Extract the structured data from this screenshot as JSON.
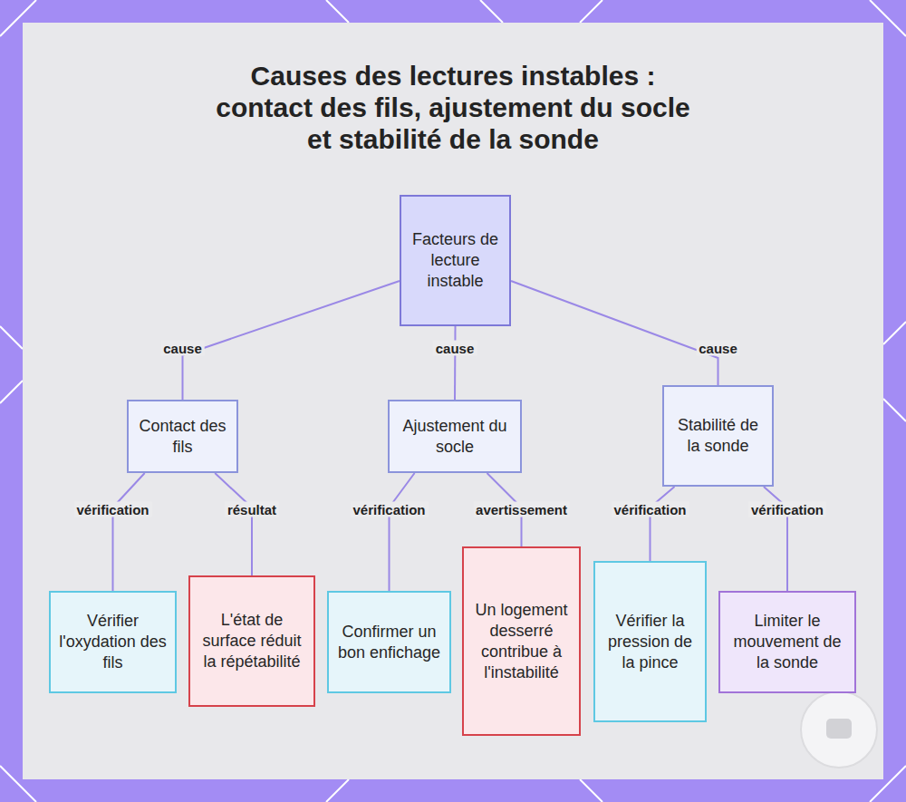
{
  "diagram": {
    "title": "Causes des lectures instables : contact des fils, ajustement du socle et stabilité de la sonde",
    "nodes": [
      {
        "text": [
          "Facteurs de lecture instable"
        ]
      },
      {
        "text": [
          "Contact des fils"
        ]
      },
      {
        "text": [
          "Ajustement du socle"
        ]
      },
      {
        "text": [
          "Stabilité de la sonde"
        ]
      },
      {
        "text": [
          "Vérifier l'oxydation des fils"
        ]
      },
      {
        "text": [
          "L'état de surface réduit la répétabilité"
        ]
      },
      {
        "text": [
          "Confirmer un bon enfichage"
        ]
      },
      {
        "text": [
          "Un logement desserré contribue à l'instabilité"
        ]
      },
      {
        "text": [
          "Vérifier la pression de la pince"
        ]
      },
      {
        "text": [
          "Limiter le mouvement de la sonde"
        ]
      }
    ],
    "edges": [
      {
        "from": 0,
        "to": 1,
        "label": "cause",
        "arrow": "none"
      },
      {
        "from": 0,
        "to": 2,
        "label": "cause",
        "arrow": "none"
      },
      {
        "from": 0,
        "to": 3,
        "label": "cause",
        "arrow": "none"
      },
      {
        "from": 1,
        "to": 4,
        "label": "vérification",
        "arrow": "none"
      },
      {
        "from": 1,
        "to": 5,
        "label": "résultat",
        "arrow": "none"
      },
      {
        "from": 2,
        "to": 6,
        "label": "vérification",
        "arrow": "none"
      },
      {
        "from": 2,
        "to": 7,
        "label": "avertissement",
        "arrow": "none"
      },
      {
        "from": 3,
        "to": 8,
        "label": "vérification",
        "arrow": "none"
      },
      {
        "from": 3,
        "to": 9,
        "label": "vérification",
        "arrow": "none"
      }
    ]
  }
}
